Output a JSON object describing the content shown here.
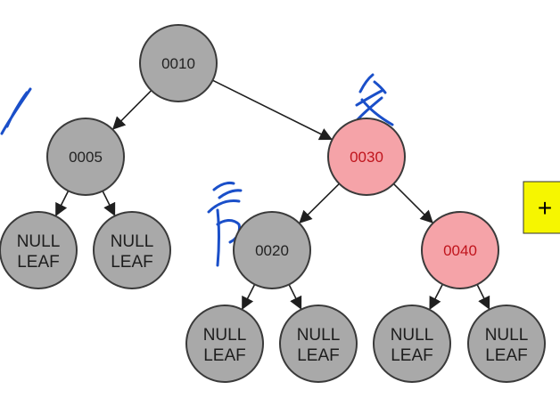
{
  "tree": {
    "nodes": [
      {
        "id": "n10",
        "label": "0010",
        "color": "gray"
      },
      {
        "id": "n05",
        "label": "0005",
        "color": "gray"
      },
      {
        "id": "n30",
        "label": "0030",
        "color": "red"
      },
      {
        "id": "n20",
        "label": "0020",
        "color": "gray"
      },
      {
        "id": "n40",
        "label": "0040",
        "color": "red"
      },
      {
        "id": "l1",
        "label": "NULL\nLEAF",
        "color": "gray"
      },
      {
        "id": "l2",
        "label": "NULL\nLEAF",
        "color": "gray"
      },
      {
        "id": "l3",
        "label": "NULL\nLEAF",
        "color": "gray"
      },
      {
        "id": "l4",
        "label": "NULL\nLEAF",
        "color": "gray"
      },
      {
        "id": "l5",
        "label": "NULL\nLEAF",
        "color": "gray"
      },
      {
        "id": "l6",
        "label": "NULL\nLEAF",
        "color": "gray"
      }
    ],
    "edges": [
      [
        "n10",
        "n05"
      ],
      [
        "n10",
        "n30"
      ],
      [
        "n05",
        "l1"
      ],
      [
        "n05",
        "l2"
      ],
      [
        "n30",
        "n20"
      ],
      [
        "n30",
        "n40"
      ],
      [
        "n20",
        "l3"
      ],
      [
        "n20",
        "l4"
      ],
      [
        "n40",
        "l5"
      ],
      [
        "n40",
        "l6"
      ]
    ]
  },
  "annotations": {
    "father_char": "父",
    "grandpa_char": "爷"
  },
  "colors": {
    "gray_node": "#a9a9a9",
    "red_node": "#f5a3a8",
    "red_text": "#c0141c",
    "ink": "#1a4fc9",
    "partial_box": "#f6f600"
  },
  "partial_box": {
    "text": "+"
  }
}
